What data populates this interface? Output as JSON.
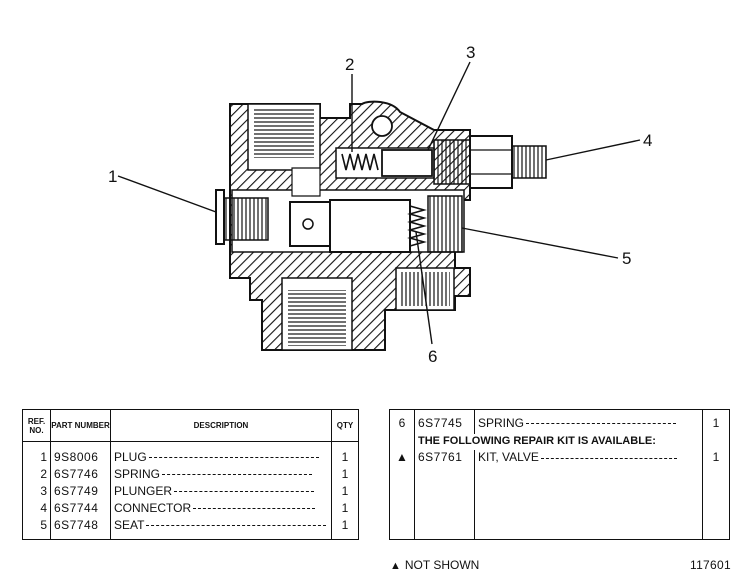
{
  "diagram": {
    "callouts": [
      "1",
      "2",
      "3",
      "4",
      "5",
      "6"
    ]
  },
  "parts_table": {
    "headers": {
      "ref": "REF. NO.",
      "part": "PART NUMBER",
      "description": "DESCRIPTION",
      "qty": "QTY"
    },
    "rows": [
      {
        "ref": "1",
        "part": "9S8006",
        "description": "PLUG",
        "qty": "1"
      },
      {
        "ref": "2",
        "part": "6S7746",
        "description": "SPRING",
        "qty": "1"
      },
      {
        "ref": "3",
        "part": "6S7749",
        "description": "PLUNGER",
        "qty": "1"
      },
      {
        "ref": "4",
        "part": "6S7744",
        "description": "CONNECTOR",
        "qty": "1"
      },
      {
        "ref": "5",
        "part": "6S7748",
        "description": "SEAT",
        "qty": "1"
      }
    ]
  },
  "continuation_table": {
    "row": {
      "ref": "6",
      "part": "6S7745",
      "description": "SPRING",
      "qty": "1"
    },
    "notice": "THE FOLLOWING REPAIR KIT IS AVAILABLE:",
    "kit": {
      "ref": "▲",
      "part": "6S7761",
      "description": "KIT, VALVE",
      "qty": "1"
    }
  },
  "footnote": {
    "symbol": "▲",
    "text": "NOT SHOWN"
  },
  "figure_number": "117601"
}
